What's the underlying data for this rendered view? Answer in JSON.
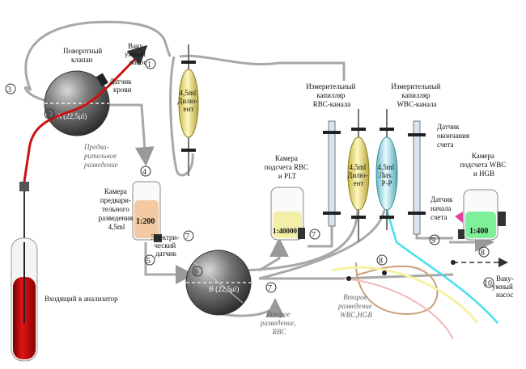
{
  "labels": {
    "rotary_valve": [
      "Поворотный",
      "клапан"
    ],
    "vacuum_pump_top": [
      "Ваку-",
      "умный",
      "насос"
    ],
    "blood_sensor": [
      "Датчик",
      "крови"
    ],
    "dil_a": [
      "4,5ml",
      "Дилю-",
      "ент"
    ],
    "predilution": [
      "Предва-",
      "рительное",
      "разведение"
    ],
    "chamber_a": "A (22,5μl)",
    "rbc_cap": [
      "Измерительный",
      "капилляр",
      "RBC-канала"
    ],
    "wbc_cap": [
      "Измерительный",
      "капилляр",
      "WBC-канала"
    ],
    "count_end": [
      "Датчик",
      "окончания",
      "счета"
    ],
    "rbc_chamber": [
      "Камера",
      "подсчета RBC",
      "и PLT"
    ],
    "dil_b": [
      "4,5ml",
      "Дилю-",
      "ент"
    ],
    "lyse": [
      "4,5ml",
      "Лиз.",
      "P-P"
    ],
    "wbc_chamber": [
      "Камера",
      "подсчета WBC",
      "и HGB"
    ],
    "count_start": [
      "Датчик",
      "начала",
      "счета"
    ],
    "predil_chamber": [
      "Камера",
      "предвари-",
      "тельного",
      "разведения",
      "4,5ml"
    ],
    "electric_sensor": [
      "Электри-",
      "ческий",
      "датчик"
    ],
    "chamber_b": "B (22,5μl)",
    "sample_probe": "Входящий в анализатор",
    "vacuum_pump_right": [
      "Ваку-",
      "умный",
      "насос"
    ],
    "second_rbc": [
      "Второе",
      "разведение,",
      "RBC"
    ],
    "second_wbc": [
      "Второе",
      "разведение",
      "WBC,HGB"
    ]
  },
  "ratios": {
    "predil": "1:200",
    "rbc": "1:40000",
    "wbc": "1:400"
  },
  "step_numbers": [
    "1",
    "2",
    "3",
    "4",
    "5",
    "6",
    "7",
    "7",
    "7",
    "8",
    "8",
    "9",
    "10"
  ],
  "colors": {
    "blood": "#cc1111",
    "pipe": "#a0a0a0",
    "diluent": "#e6dc80",
    "lyse": "#a8dce6",
    "cyan_line": "#44e0ee",
    "yellow_line": "#f4f0a0",
    "tan_line": "#c8a078",
    "pink_line": "#f2b7b7",
    "predil_fluid": "#f2c9a0",
    "rbc_fluid": "#f4efa8",
    "wbc_fluid": "#7ef09a"
  }
}
